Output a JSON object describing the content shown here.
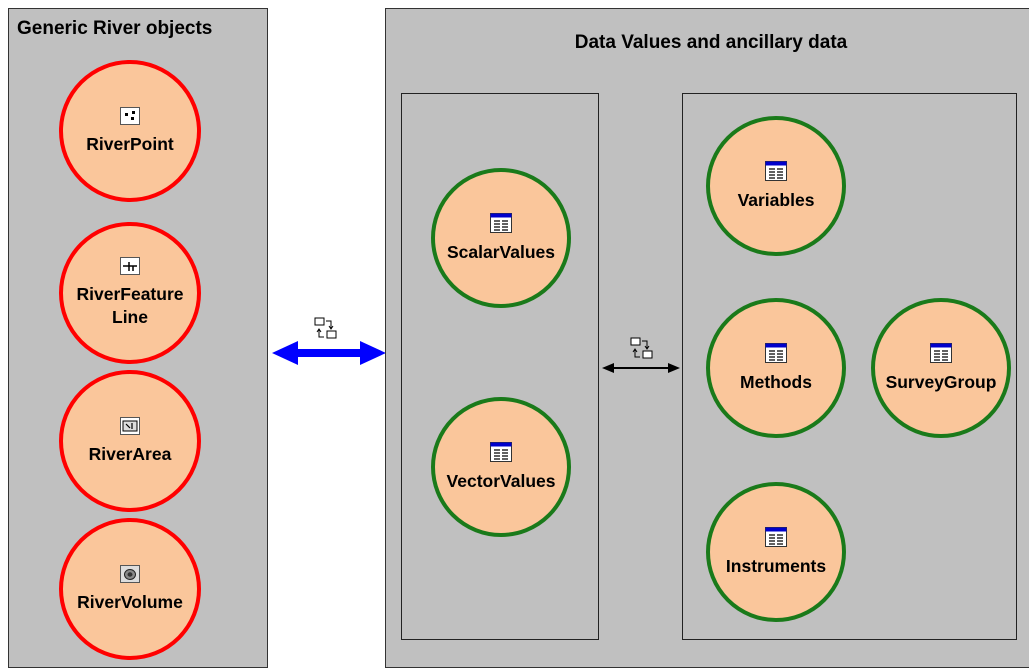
{
  "generic_panel": {
    "title": "Generic River objects",
    "objects": [
      {
        "label": "RiverPoint",
        "icon": "point-feature-icon"
      },
      {
        "label": "RiverFeature\nLine",
        "icon": "line-feature-icon"
      },
      {
        "label": "RiverArea",
        "icon": "area-feature-icon"
      },
      {
        "label": "RiverVolume",
        "icon": "volume-feature-icon"
      }
    ]
  },
  "data_panel": {
    "title": "Data Values and ancillary data",
    "values": [
      {
        "label": "ScalarValues",
        "icon": "table-icon"
      },
      {
        "label": "VectorValues",
        "icon": "table-icon"
      }
    ],
    "ancillary": [
      {
        "label": "Variables",
        "icon": "table-icon"
      },
      {
        "label": "Methods",
        "icon": "table-icon"
      },
      {
        "label": "SurveyGroup",
        "icon": "table-icon"
      },
      {
        "label": "Instruments",
        "icon": "table-icon"
      }
    ]
  },
  "links": [
    {
      "kind": "relationship",
      "style": "bold-double-arrow",
      "color": "#0000ff",
      "icon": "relationship-icon"
    },
    {
      "kind": "relationship",
      "style": "thin-double-arrow",
      "color": "#000000",
      "icon": "relationship-icon"
    }
  ]
}
